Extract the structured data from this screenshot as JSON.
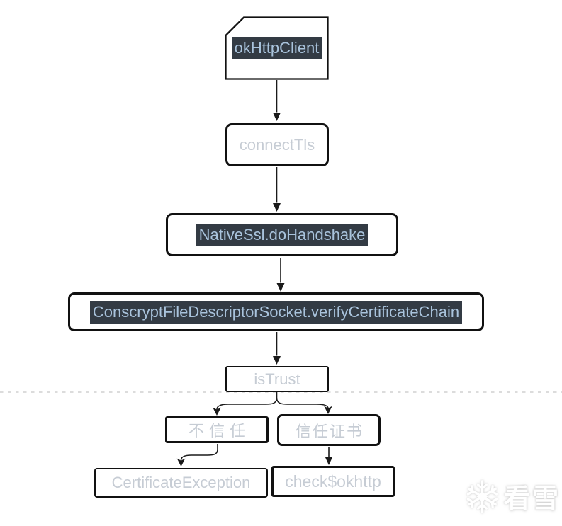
{
  "page": {
    "background": "#ffffff"
  },
  "flowchart": {
    "nodes": {
      "okhttpclient": {
        "label": "okHttpClient",
        "shape": "document",
        "text_style": "selected"
      },
      "connecttls": {
        "label": "connectTls",
        "shape": "rounded-rect",
        "text_style": "gray"
      },
      "nativessl": {
        "label": "NativeSsl.doHandshake",
        "shape": "rounded-rect",
        "text_style": "selected"
      },
      "verifychain": {
        "label": "ConscryptFileDescriptorSocket.verifyCertificateChain",
        "shape": "rounded-rect",
        "text_style": "selected"
      },
      "istrust": {
        "label": "isTrust",
        "shape": "rect",
        "text_style": "gray"
      },
      "nottrust": {
        "label": "不信任",
        "shape": "rect",
        "text_style": "gray"
      },
      "trustcert": {
        "label": "信任证书",
        "shape": "rounded-rect",
        "text_style": "gray"
      },
      "certexception": {
        "label": "CertificateException",
        "shape": "rect",
        "text_style": "gray"
      },
      "checkokhttp": {
        "label": "check$okhttp",
        "shape": "rect",
        "text_style": "gray"
      }
    },
    "edges": [
      {
        "from": "okHttpClient",
        "to": "connectTls"
      },
      {
        "from": "connectTls",
        "to": "NativeSsl.doHandshake"
      },
      {
        "from": "NativeSsl.doHandshake",
        "to": "ConscryptFileDescriptorSocket.verifyCertificateChain"
      },
      {
        "from": "ConscryptFileDescriptorSocket.verifyCertificateChain",
        "to": "isTrust"
      },
      {
        "from": "isTrust",
        "to": "不信任"
      },
      {
        "from": "isTrust",
        "to": "信任证书"
      },
      {
        "from": "不信任",
        "to": "CertificateException"
      },
      {
        "from": "信任证书",
        "to": "check$okhttp"
      }
    ],
    "colors": {
      "node_border": "#111111",
      "gray_text": "#c6ccd4",
      "selection_bg": "#333b44",
      "selection_text": "#a9c3dc",
      "connector": "#1a1a1a",
      "dashed_divider": "#c6c6c6"
    }
  },
  "watermark": {
    "icon": "snowflake-icon",
    "text": "看雪"
  }
}
